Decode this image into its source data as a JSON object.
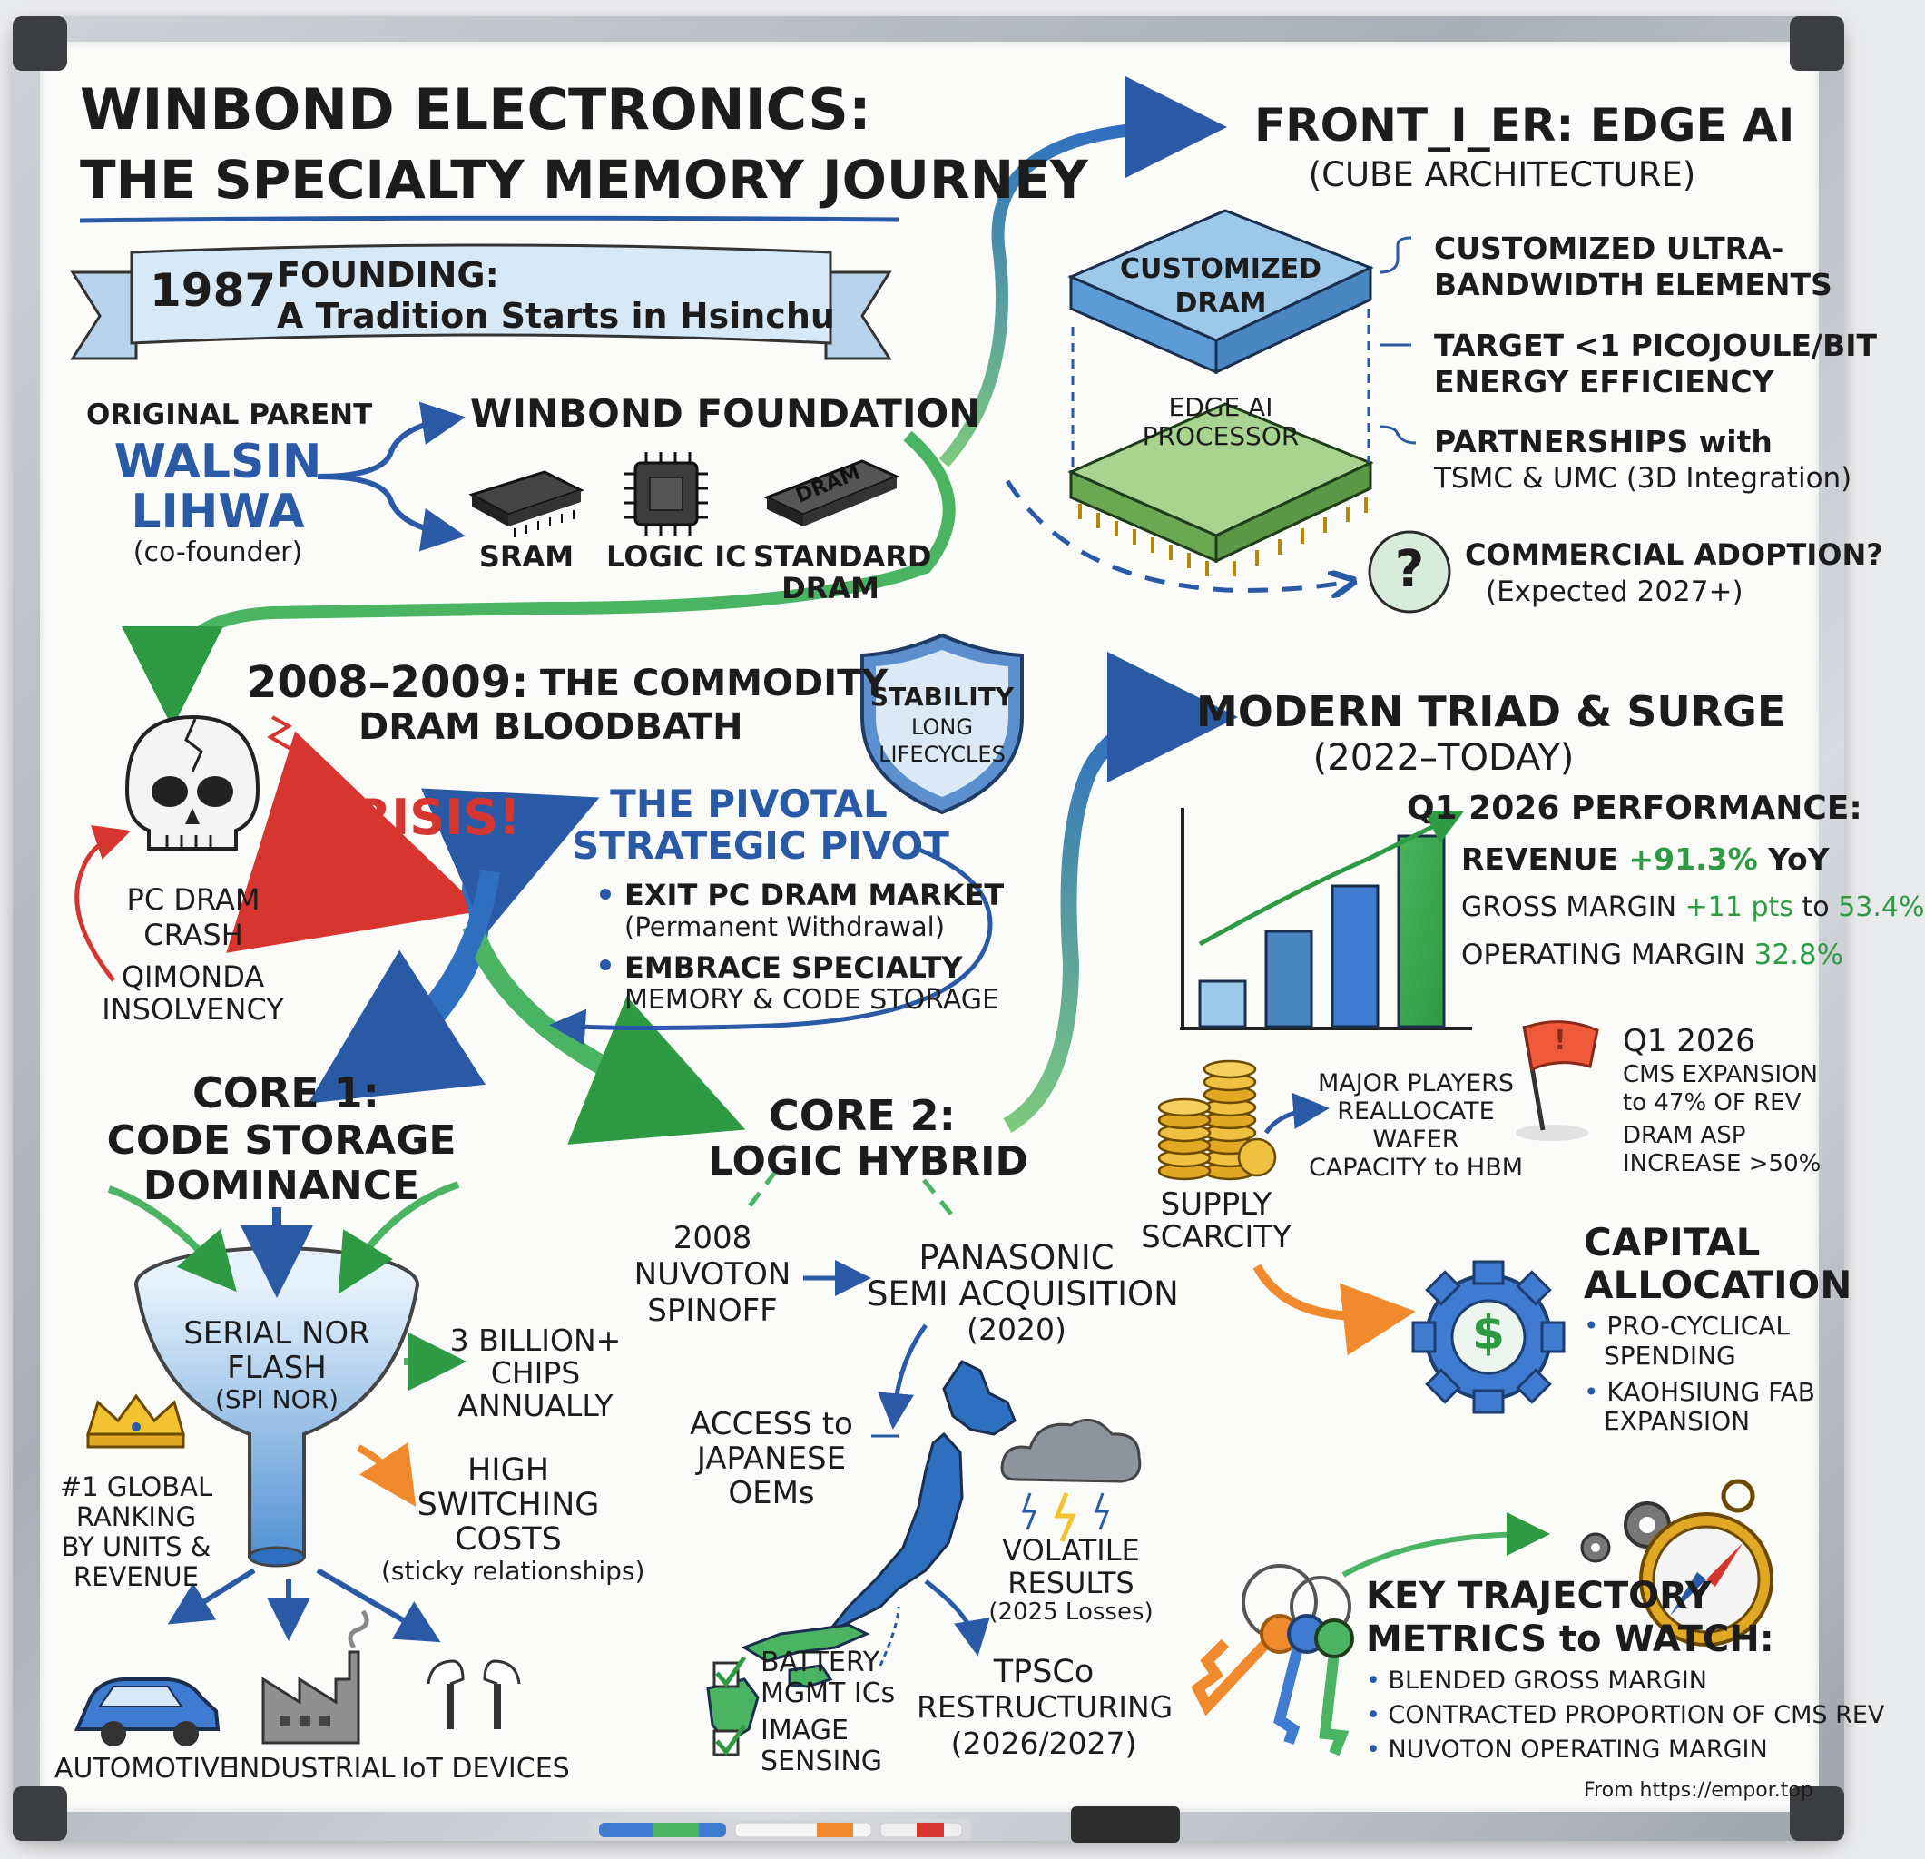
{
  "title": {
    "line1": "WINBOND ELECTRONICS:",
    "line2": "THE SPECIALTY MEMORY JOURNEY"
  },
  "founding": {
    "year": "1987",
    "line1": "FOUNDING:",
    "line2": "A Tradition Starts in Hsinchu"
  },
  "parent": {
    "label": "ORIGINAL PARENT",
    "name1": "WALSIN",
    "name2": "LIHWA",
    "role": "(co-founder)"
  },
  "foundation": {
    "title": "WINBOND FOUNDATION",
    "sram": "SRAM",
    "logic": "LOGIC IC",
    "dram1": "STANDARD",
    "dram2": "DRAM",
    "chip_text": "DRAM"
  },
  "crisis": {
    "years": "2008–2009:",
    "line1": "THE COMMODITY",
    "line2": "DRAM BLOODBATH",
    "crisis": "CRISIS!",
    "pc1": "PC DRAM",
    "pc2": "CRASH",
    "q1": "QIMONDA",
    "q2": "INSOLVENCY"
  },
  "shield": {
    "l1": "STABILITY",
    "l2": "LONG",
    "l3": "LIFECYCLES"
  },
  "pivot": {
    "title1": "THE PIVOTAL",
    "title2": "STRATEGIC PIVOT",
    "b1": "EXIT PC DRAM MARKET",
    "b1sub": "(Permanent Withdrawal)",
    "b2a": "EMBRACE SPECIALTY",
    "b2b": "MEMORY & CODE STORAGE"
  },
  "frontier": {
    "title": "FRONT_I_ER: EDGE AI",
    "sub": "(CUBE ARCHITECTURE)",
    "top1": "CUSTOMIZED",
    "top2": "DRAM",
    "bot1": "EDGE AI",
    "bot2": "PROCESSOR",
    "p1a": "CUSTOMIZED ULTRA-",
    "p1b": "BANDWIDTH ELEMENTS",
    "p2a": "TARGET <1 PICOJOULE/BIT",
    "p2b": "ENERGY EFFICIENCY",
    "p3a": "PARTNERSHIPS with",
    "p3b": "TSMC & UMC (3D Integration)",
    "q": "?",
    "adopt1": "COMMERCIAL ADOPTION?",
    "adopt2": "(Expected 2027+)"
  },
  "modern": {
    "title": "MODERN TRIAD & SURGE",
    "sub": "(2022–TODAY)",
    "perf": "Q1 2026 PERFORMANCE:",
    "rev_label": "REVENUE",
    "rev_val": "+91.3%",
    "rev_suffix": "YoY",
    "gm_label": "GROSS MARGIN",
    "gm_val": "+11 pts",
    "gm_mid": "to",
    "gm_val2": "53.4%",
    "om_label": "OPERATING MARGIN",
    "om_val": "32.8%"
  },
  "supply": {
    "m1": "MAJOR PLAYERS",
    "m2": "REALLOCATE",
    "m3": "WAFER",
    "m4": "CAPACITY to HBM",
    "s1": "SUPPLY",
    "s2": "SCARCITY",
    "f1": "Q1 2026",
    "f2": "CMS EXPANSION",
    "f3": "to 47% OF REV",
    "f4": "DRAM ASP",
    "f5": "INCREASE >50%",
    "flag": "!"
  },
  "capital": {
    "t1": "CAPITAL",
    "t2": "ALLOCATION",
    "b1a": "PRO-CYCLICAL",
    "b1b": "SPENDING",
    "b2a": "KAOHSIUNG FAB",
    "b2b": "EXPANSION",
    "dollar": "$"
  },
  "core1": {
    "t1": "CORE 1:",
    "t2": "CODE STORAGE",
    "t3": "DOMINANCE",
    "f1": "SERIAL NOR",
    "f2": "FLASH",
    "f3": "(SPI NOR)",
    "chips1": "3 BILLION+",
    "chips2": "CHIPS",
    "chips3": "ANNUALLY",
    "sw1": "HIGH",
    "sw2": "SWITCHING",
    "sw3": "COSTS",
    "sw4": "(sticky relationships)",
    "rank1": "#1 GLOBAL",
    "rank2": "RANKING",
    "rank3": "BY UNITS &",
    "rank4": "REVENUE",
    "auto": "AUTOMOTIVE",
    "ind": "INDUSTRIAL",
    "iot": "IoT DEVICES"
  },
  "core2": {
    "t1": "CORE 2:",
    "t2": "LOGIC HYBRID",
    "n1": "2008",
    "n2": "NUVOTON",
    "n3": "SPINOFF",
    "p1": "PANASONIC",
    "p2": "SEMI ACQUISITION",
    "p3": "(2020)",
    "a1": "ACCESS to",
    "a2": "JAPANESE",
    "a3": "OEMs",
    "v1": "VOLATILE",
    "v2": "RESULTS",
    "v3": "(2025 Losses)",
    "b1": "BATTERY",
    "b2": "MGMT ICs",
    "i1": "IMAGE",
    "i2": "SENSING",
    "tp1": "TPSCo",
    "tp2": "RESTRUCTURING",
    "tp3": "(2026/2027)"
  },
  "key": {
    "t1": "KEY TRAJECTORY",
    "t2": "METRICS to WATCH:",
    "b1": "BLENDED GROSS MARGIN",
    "b2": "CONTRACTED PROPORTION OF CMS REV",
    "b3": "NUVOTON OPERATING MARGIN"
  },
  "source": "From https://empor.top",
  "chart_data": {
    "type": "bar",
    "categories": [
      "",
      "",
      "",
      ""
    ],
    "values": [
      1,
      2.1,
      3.1,
      4.2
    ],
    "ylim": [
      0,
      5
    ]
  },
  "colors": {
    "blue": "#2a5aa6",
    "green": "#2f9a44",
    "red": "#d6362f",
    "orange": "#f08a2c"
  }
}
